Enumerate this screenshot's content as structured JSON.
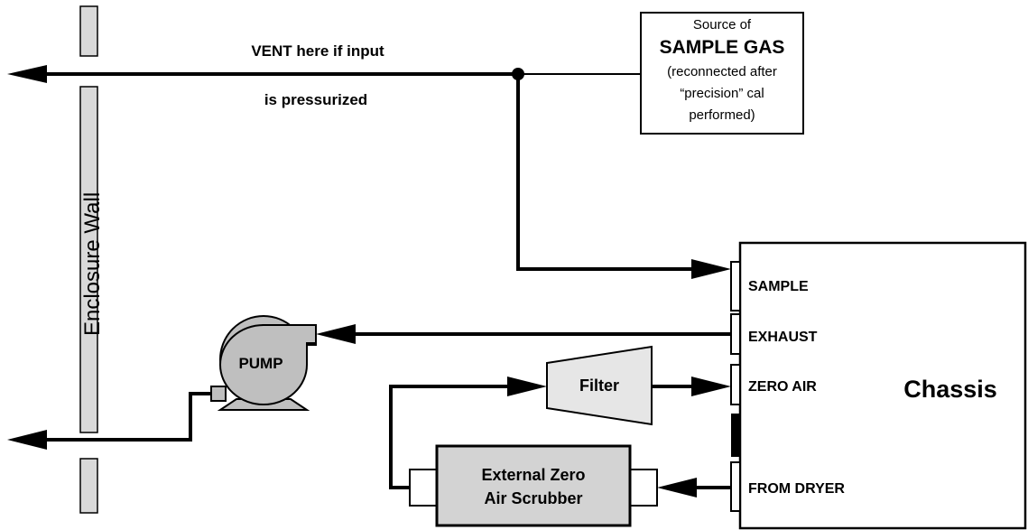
{
  "vent": {
    "line1": "VENT here if input",
    "line2": "is pressurized"
  },
  "source": {
    "line1": "Source of",
    "line2": "SAMPLE GAS",
    "line3": "(reconnected after",
    "line4": "“precision” cal",
    "line5": "performed)"
  },
  "wall_label": "Enclosure Wall",
  "pump_label": "PUMP",
  "filter_label": "Filter",
  "scrubber": {
    "line1": "External Zero",
    "line2": "Air Scrubber"
  },
  "chassis": {
    "title": "Chassis",
    "ports": {
      "sample": "SAMPLE",
      "exhaust": "EXHAUST",
      "zero_air": "ZERO AIR",
      "from_dryer": "FROM DRYER"
    }
  },
  "colors": {
    "wall": "#d9d9d9",
    "pump": "#bfbfbf",
    "filter": "#e6e6e6",
    "scrubber": "#d3d3d3",
    "line": "#000000"
  }
}
